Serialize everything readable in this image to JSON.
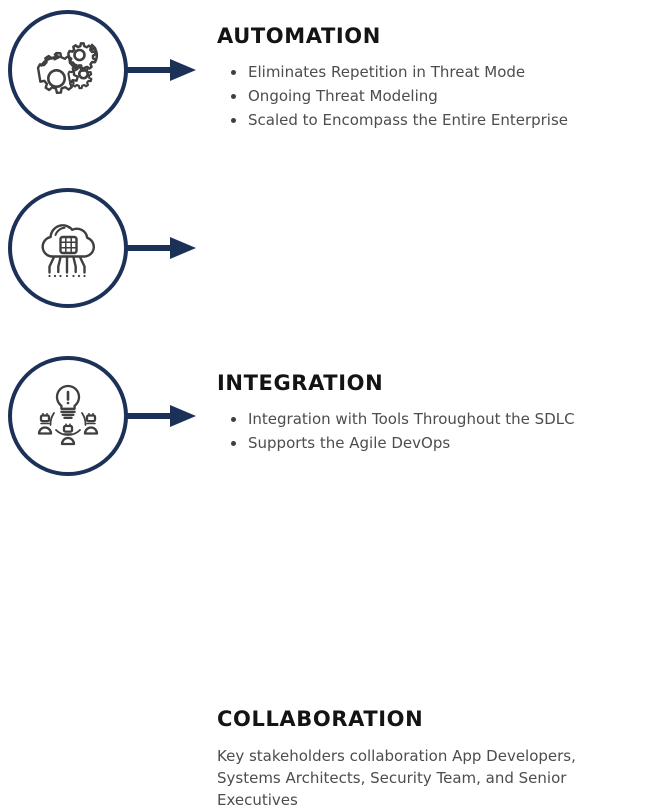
{
  "theme": {
    "background": "#ffffff",
    "accent_navy": "#1c3158",
    "heading_color": "#141414",
    "body_color": "#4d4d4d",
    "icon_color": "#3f3f3f"
  },
  "sections": [
    {
      "id": "automation",
      "icon": "gears-icon",
      "arrow": "right-arrow-icon",
      "heading": "AUTOMATION",
      "body_type": "bullets",
      "bullets": [
        "Eliminates Repetition in Threat Mode",
        "Ongoing Threat Modeling",
        "Scaled to Encompass the Entire Enterprise"
      ],
      "paragraph": ""
    },
    {
      "id": "integration",
      "icon": "cloud-chip-icon",
      "arrow": "right-arrow-icon",
      "heading": "INTEGRATION",
      "body_type": "bullets",
      "bullets": [
        "Integration with Tools Throughout the SDLC",
        "Supports the Agile DevOps"
      ],
      "paragraph": ""
    },
    {
      "id": "collaboration",
      "icon": "lightbulb-team-icon",
      "arrow": "right-arrow-icon",
      "heading": "COLLABORATION",
      "body_type": "paragraph",
      "bullets": [],
      "paragraph": "Key stakeholders collaboration App Developers, Systems Architects, Security Team, and Senior Executives"
    }
  ]
}
